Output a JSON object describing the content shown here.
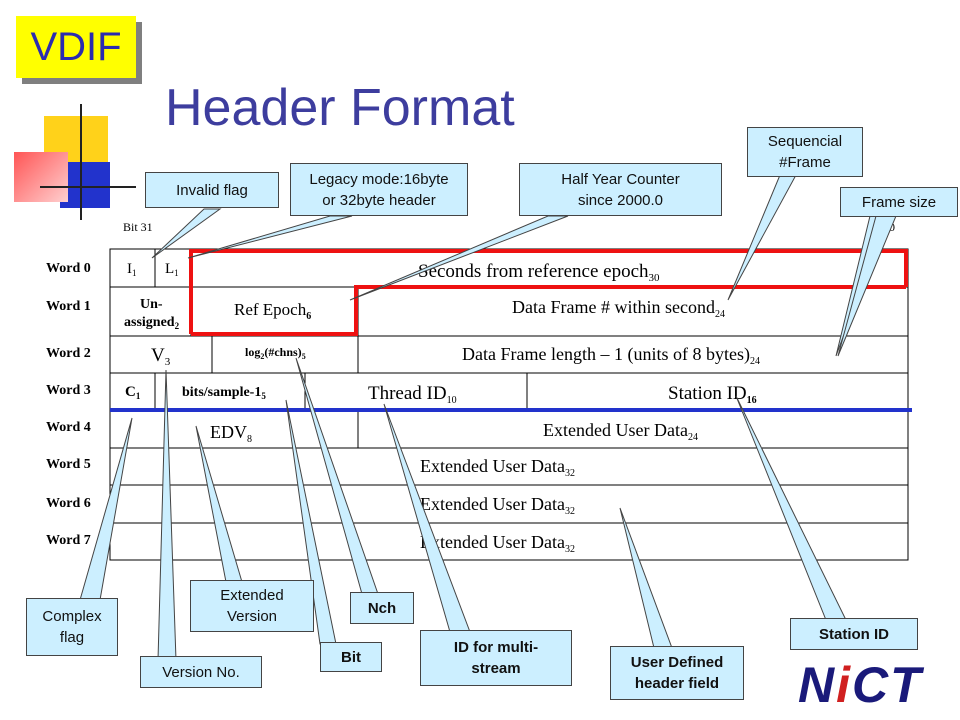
{
  "badge": "VDIF",
  "title": "Header Format",
  "table": {
    "bit_left": "Bit 31",
    "bit_right": "0",
    "words": [
      "Word 0",
      "Word 1",
      "Word 2",
      "Word 3",
      "Word 4",
      "Word 5",
      "Word 6",
      "Word 7"
    ],
    "cells": {
      "invalid": "I",
      "invalid_sub": "1",
      "legacy": "L",
      "legacy_sub": "1",
      "seconds": "Seconds from reference epoch",
      "seconds_sub": "30",
      "unassigned_1": "Un-",
      "unassigned_2": "assigned",
      "unassigned_sub": "2",
      "ref_epoch": "Ref Epoch",
      "ref_epoch_sub": "6",
      "frame_num": "Data Frame # within second",
      "frame_num_sub": "24",
      "version": "V",
      "version_sub": "3",
      "log2": "log",
      "log2_sub": "2",
      "log2_rest": "(#chns)",
      "log2_rest_sub": "5",
      "frame_len": "Data Frame length – 1 (units of 8 bytes)",
      "frame_len_sub": "24",
      "complex": "C",
      "complex_sub": "1",
      "bits": "bits/sample-1",
      "bits_sub": "5",
      "thread": "Thread ID",
      "thread_sub": "10",
      "station": "Station ID",
      "station_sub": "16",
      "edv": "EDV",
      "edv_sub": "8",
      "ext24": "Extended User Data",
      "ext24_sub": "24",
      "ext32": "Extended User Data",
      "ext32_sub": "32"
    }
  },
  "callouts": {
    "invalid_flag": "Invalid flag",
    "legacy_mode_1": "Legacy mode:16byte",
    "legacy_mode_2": "or 32byte header",
    "half_year_1": "Half Year Counter",
    "half_year_2": "since 2000.0",
    "sequencial_1": "Sequencial",
    "sequencial_2": "#Frame",
    "frame_size": "Frame size",
    "complex_flag_1": "Complex",
    "complex_flag_2": "flag",
    "version_no": "Version No.",
    "extended_version_1": "Extended",
    "extended_version_2": "Version",
    "bit": "Bit",
    "nch": "Nch",
    "id_multi_1": "ID for multi-",
    "id_multi_2": "stream",
    "user_defined_1": "User Defined",
    "user_defined_2": "header field",
    "station_id": "Station ID"
  },
  "logo": {
    "text_a": "N",
    "text_b": "i",
    "text_c": "CT"
  },
  "colors": {
    "accent_blue": "#3d3d9e",
    "callout_fill": "#ccefff",
    "highlight_red": "#ee1111",
    "rule_blue": "#2233cc",
    "badge_yellow": "#ffff00"
  }
}
